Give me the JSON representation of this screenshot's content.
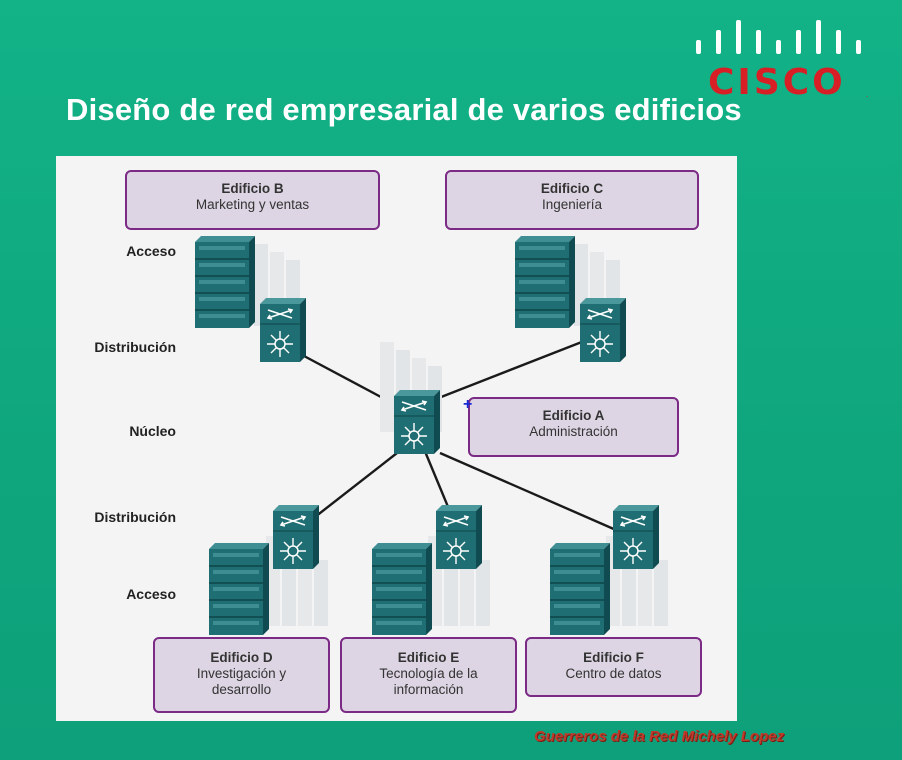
{
  "slide": {
    "title": "Diseño de red empresarial de varios edificios",
    "credit": "Guerreros de la Red Michely Lopez"
  },
  "logo": {
    "text": "CISCO"
  },
  "layers": {
    "acceso_top": "Acceso",
    "distribucion_top": "Distribución",
    "nucleo": "Núcleo",
    "distribucion_bottom": "Distribución",
    "acceso_bottom": "Acceso"
  },
  "buildings": {
    "b": {
      "name": "Edificio B",
      "desc": "Marketing y ventas"
    },
    "c": {
      "name": "Edificio C",
      "desc": "Ingeniería"
    },
    "a": {
      "name": "Edificio A",
      "desc": "Administración"
    },
    "d": {
      "name": "Edificio D",
      "desc": "Investigación y desarrollo"
    },
    "e": {
      "name": "Edificio E",
      "desc": "Tecnología de la información"
    },
    "f": {
      "name": "Edificio F",
      "desc": "Centro de datos"
    }
  },
  "colors": {
    "background": "#13b287",
    "device": "#1f6e73",
    "box_fill": "#ddd5e3",
    "box_border": "#7b2a86",
    "logo": "#d81f26"
  }
}
